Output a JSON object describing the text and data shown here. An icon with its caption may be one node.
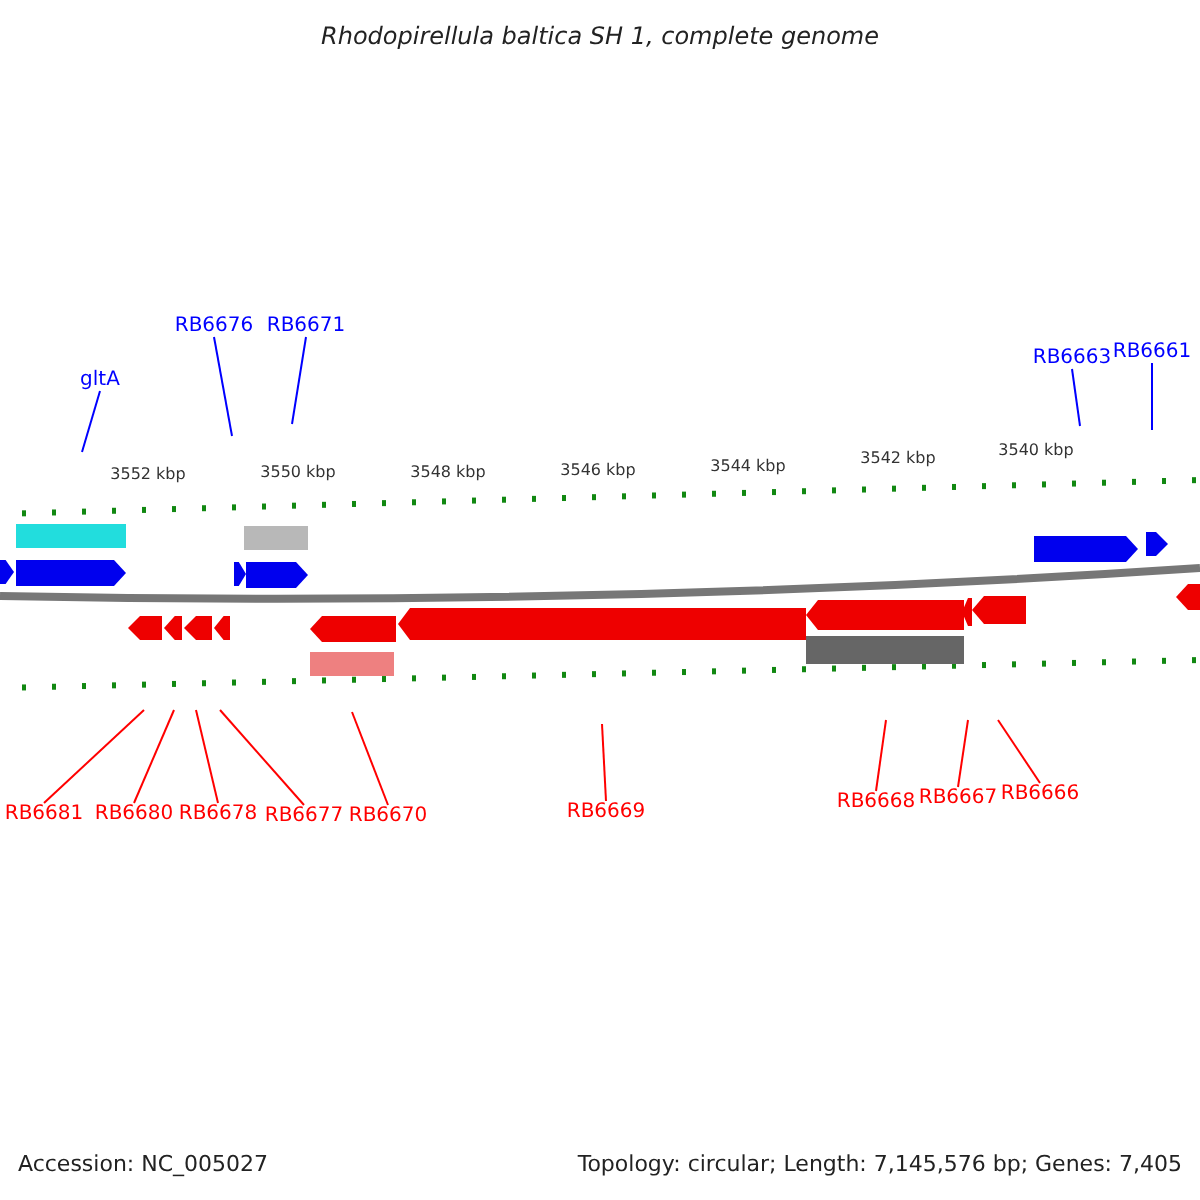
{
  "diagram": {
    "title": "Rhodopirellula baltica SH 1, complete genome",
    "nodes": [
      {
        "text": [
          "gltA"
        ]
      },
      {
        "text": [
          "RB6676"
        ]
      },
      {
        "text": [
          "RB6671"
        ]
      },
      {
        "text": [
          "RB6663"
        ]
      },
      {
        "text": [
          "RB6661"
        ]
      },
      {
        "text": [
          "RB6681"
        ]
      },
      {
        "text": [
          "RB6680"
        ]
      },
      {
        "text": [
          "RB6678"
        ]
      },
      {
        "text": [
          "RB6677"
        ]
      },
      {
        "text": [
          "RB6670"
        ]
      },
      {
        "text": [
          "RB6669"
        ]
      },
      {
        "text": [
          "RB6668"
        ]
      },
      {
        "text": [
          "RB6667"
        ]
      },
      {
        "text": [
          "RB6666"
        ]
      }
    ],
    "edges": [
      {
        "from": 0,
        "to": null,
        "arrow": "none",
        "color": "#0000ff"
      },
      {
        "from": 1,
        "to": null,
        "arrow": "none",
        "color": "#0000ff"
      },
      {
        "from": 2,
        "to": null,
        "arrow": "none",
        "color": "#0000ff"
      },
      {
        "from": 3,
        "to": null,
        "arrow": "none",
        "color": "#0000ff"
      },
      {
        "from": 4,
        "to": null,
        "arrow": "none",
        "color": "#0000ff"
      },
      {
        "from": 5,
        "to": null,
        "arrow": "none"
      },
      {
        "from": 6,
        "to": null,
        "arrow": "none"
      },
      {
        "from": 7,
        "to": null,
        "arrow": "none"
      },
      {
        "from": 8,
        "to": null,
        "arrow": "none"
      },
      {
        "from": 9,
        "to": null,
        "arrow": "none"
      },
      {
        "from": 10,
        "to": null,
        "arrow": "none"
      },
      {
        "from": 11,
        "to": null,
        "arrow": "none"
      },
      {
        "from": 12,
        "to": null,
        "arrow": "none"
      },
      {
        "from": 13,
        "to": null,
        "arrow": "none"
      }
    ],
    "labels": [
      "3552 kbp",
      "3550 kbp",
      "3548 kbp",
      "3546 kbp",
      "3544 kbp",
      "3542 kbp",
      "3540 kbp",
      "Accession: NC_005027",
      "Topology: circular; Length: 7,145,576 bp; Genes: 7,405"
    ]
  }
}
